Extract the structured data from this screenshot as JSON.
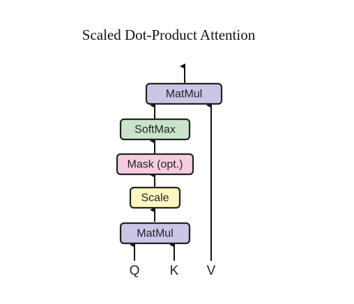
{
  "title": "Scaled Dot-Product Attention",
  "blocks": {
    "matmul_top": {
      "label": "MatMul",
      "color": "#cac6e6"
    },
    "softmax": {
      "label": "SoftMax",
      "color": "#c9e4cb"
    },
    "mask": {
      "label": "Mask (opt.)",
      "color": "#f5cde0"
    },
    "scale": {
      "label": "Scale",
      "color": "#fdf6c0"
    },
    "matmul_bottom": {
      "label": "MatMul",
      "color": "#cac6e6"
    }
  },
  "inputs": {
    "q": "Q",
    "k": "K",
    "v": "V"
  },
  "colors": {
    "stroke": "#222222",
    "arrow": "#111111"
  }
}
